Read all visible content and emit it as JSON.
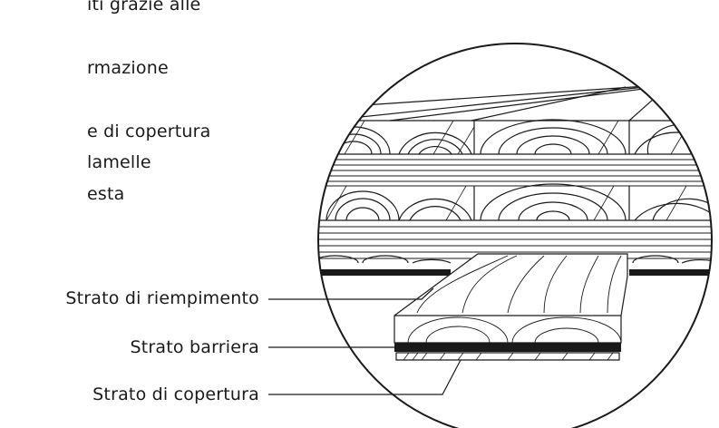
{
  "intro_text": {
    "lines": [
      "iti grazie alle",
      "rmazione",
      "e di copertura",
      "lamelle",
      "esta"
    ]
  },
  "labels": {
    "filling_layer": "Strato di riempimento",
    "barrier_layer": "Strato barriera",
    "cover_layer": "Strato di copertura"
  },
  "colors": {
    "line": "#1a1a1a",
    "background": "#ffffff"
  }
}
